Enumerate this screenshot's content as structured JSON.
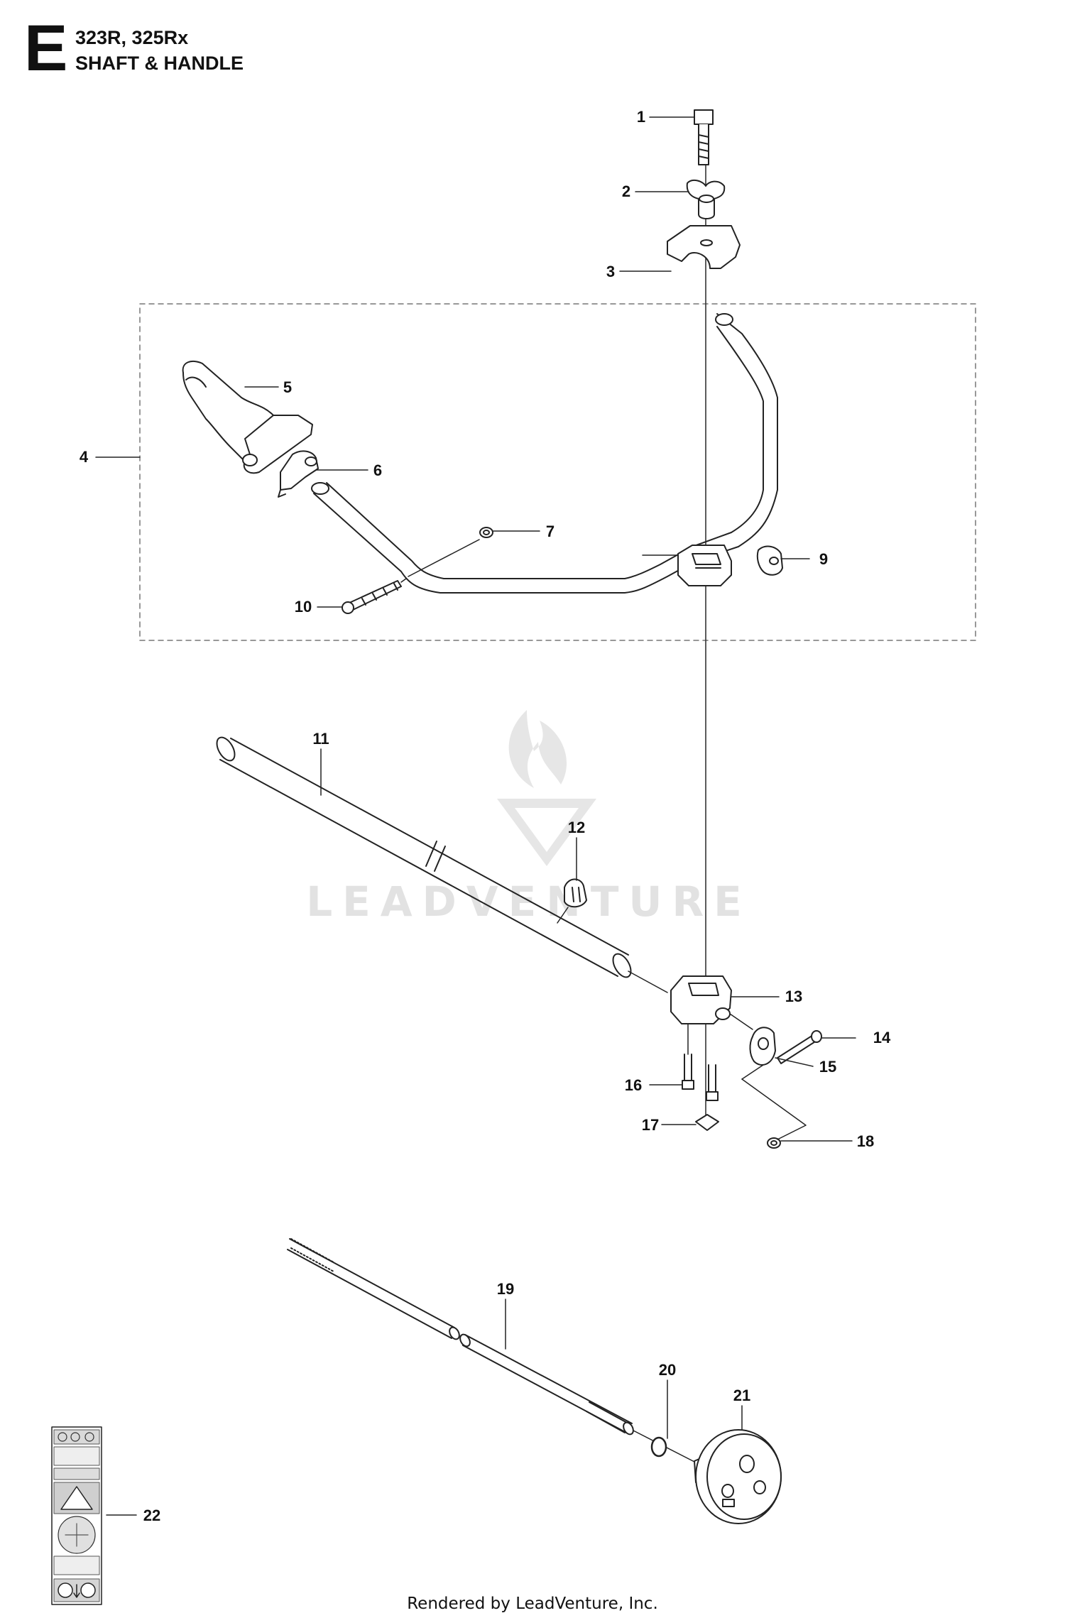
{
  "header": {
    "section_letter": "E",
    "models": "323R, 325Rx",
    "title": "SHAFT & HANDLE"
  },
  "watermark": "LEADVENTURE",
  "footer": "Rendered by LeadVenture, Inc.",
  "callouts": [
    "1",
    "2",
    "3",
    "4",
    "5",
    "6",
    "7",
    "9",
    "10",
    "11",
    "12",
    "13",
    "14",
    "15",
    "16",
    "17",
    "18",
    "19",
    "20",
    "21",
    "22"
  ],
  "colors": {
    "line": "#222222",
    "part_fill": "#ffffff",
    "shade": "#bdbdbd",
    "watermark": "#e2e2e2"
  }
}
